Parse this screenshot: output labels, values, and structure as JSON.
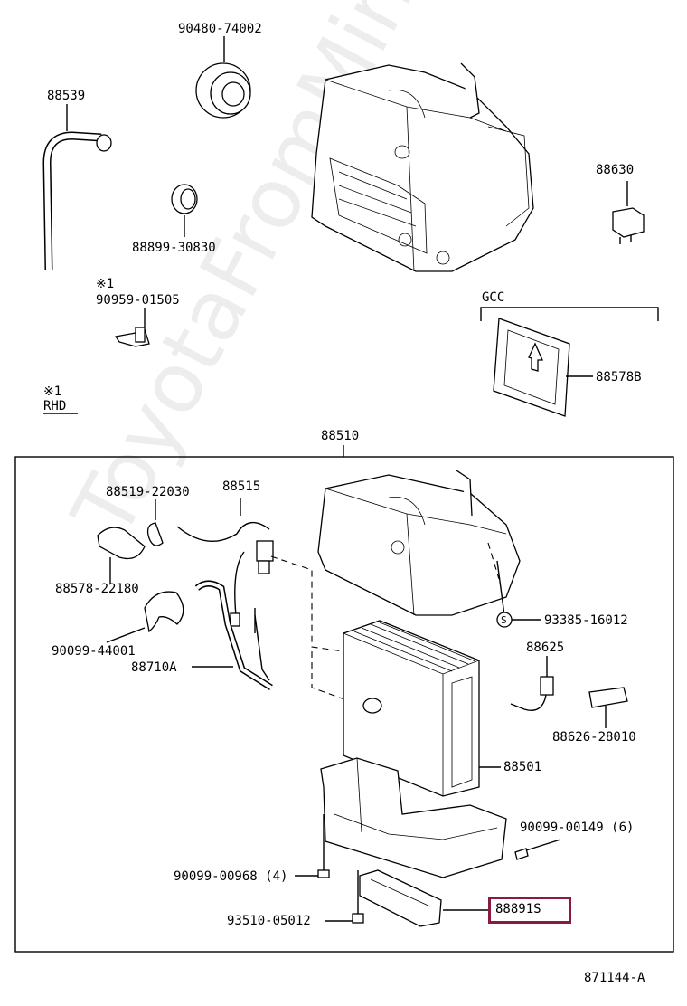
{
  "watermark": "ToyotaFromMine.ru",
  "diagram_id": "871144-A",
  "assembly_label": "88510",
  "highlight_color": "#8b1a3f",
  "note": {
    "mark": "※1",
    "text": "RHD"
  },
  "gcc": {
    "label": "GCC"
  },
  "parts": {
    "p88539": "88539",
    "p90480": "90480-74002",
    "p88899": "88899-30830",
    "p88630": "88630",
    "p90959_mark": "※1",
    "p90959": "90959-01505",
    "p88578B": "88578B",
    "p88519": "88519-22030",
    "p88515": "88515",
    "p88578_22180": "88578-22180",
    "p90099_44001": "90099-44001",
    "p88710A": "88710A",
    "p93385": "93385-16012",
    "p93385_mark": "S",
    "p88625": "88625",
    "p88626": "88626-28010",
    "p88501": "88501",
    "p90099_00149": "90099-00149 (6)",
    "p90099_00968": "90099-00968 (4)",
    "p93510": "93510-05012",
    "p88891S": "88891S"
  }
}
